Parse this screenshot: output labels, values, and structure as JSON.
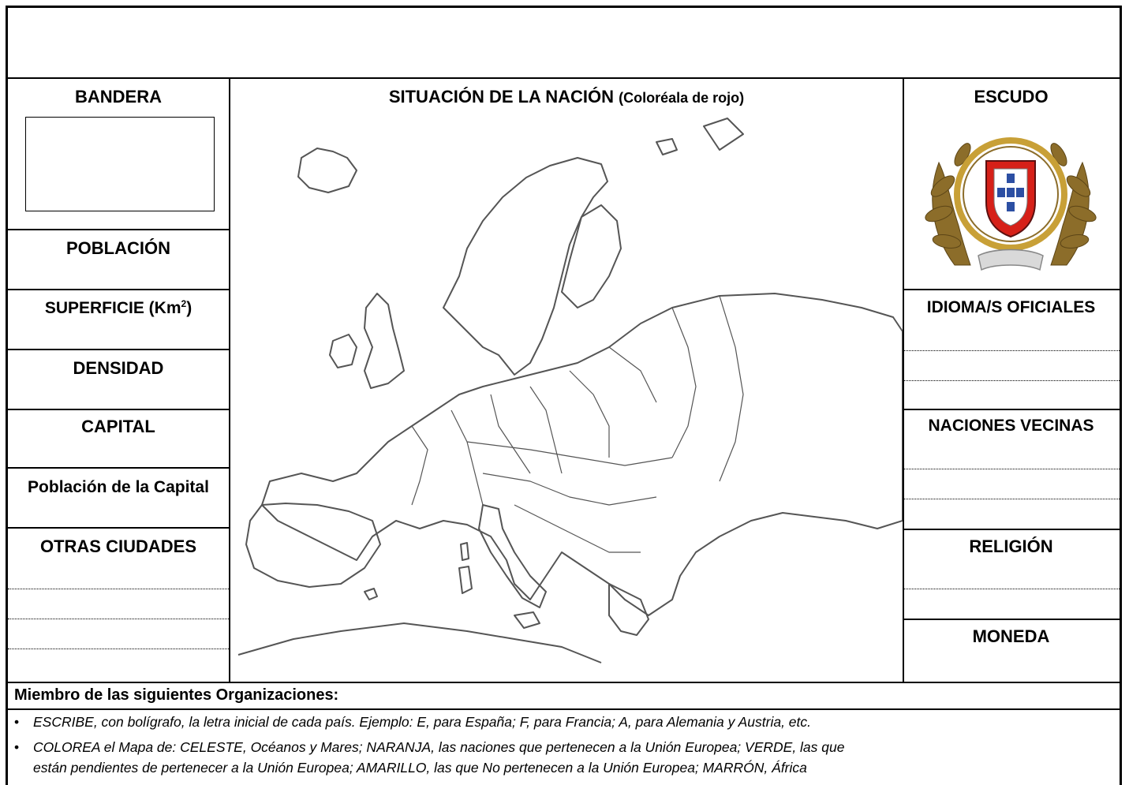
{
  "left": {
    "bandera": "BANDERA",
    "poblacion": "POBLACIÓN",
    "superficie": "SUPERFICIE (Km",
    "superficie_sup": "2",
    "superficie_end": ")",
    "densidad": "DENSIDAD",
    "capital": "CAPITAL",
    "poblacion_capital": "Población de la Capital",
    "otras_ciudades": "OTRAS CIUDADES"
  },
  "center": {
    "title": "SITUACIÓN DE LA NACIÓN",
    "subtitle": "(Coloréala de rojo)"
  },
  "right": {
    "escudo": "ESCUDO",
    "idiomas": "IDIOMA/S OFICIALES",
    "naciones_vecinas": "NACIONES VECINAS",
    "religion": "RELIGIÓN",
    "moneda": "MONEDA"
  },
  "footer": {
    "organizaciones": "Miembro de las siguientes Organizaciones:",
    "bullet1": "ESCRIBE, con bolígrafo, la letra inicial de cada país. Ejemplo: E, para España; F, para Francia; A, para Alemania y Austria, etc.",
    "bullet2a": "COLOREA el Mapa de: CELESTE, Océanos y Mares; NARANJA, las naciones que pertenecen a la Unión Europea; VERDE, las que",
    "bullet2b": "están pendientes de pertenecer a la Unión Europea; AMARILLO, las que No pertenecen a la Unión Europea; MARRÓN, África"
  },
  "icons": {
    "bullet": "•",
    "coat_of_arms": "portugal-coat-of-arms-icon",
    "europe_map": "europe-outline-map"
  },
  "colors": {
    "shield_red": "#d62018",
    "shield_gold": "#c8a037",
    "laurel": "#8c6d2a",
    "quina_blue": "#2c4fa3"
  }
}
